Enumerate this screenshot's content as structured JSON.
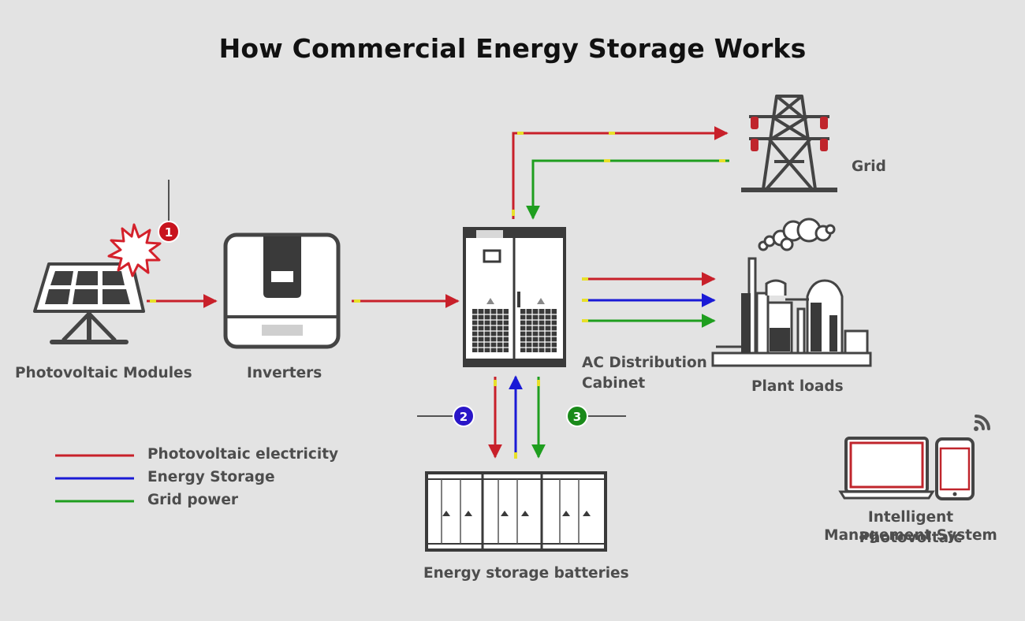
{
  "title": "How Commercial Energy Storage Works",
  "labels": {
    "pv": "Photovoltaic Modules",
    "inverters": "Inverters",
    "ac_line1": "AC Distribution",
    "ac_line2": "Cabinet",
    "grid": "Grid",
    "plant": "Plant loads",
    "batteries": "Energy storage batteries",
    "mgmt_line1": "Intelligent Photovoltaic",
    "mgmt_line2": "Management System"
  },
  "badges": [
    "1",
    "2",
    "3"
  ],
  "legend": [
    {
      "label": "Photovoltaic electricity",
      "color": "#c8202a"
    },
    {
      "label": "Energy Storage",
      "color": "#1a1ad6"
    },
    {
      "label": "Grid power",
      "color": "#1f9e1f"
    }
  ],
  "colors": {
    "pv": "#c8202a",
    "storage": "#1a1ad6",
    "grid": "#1f9e1f",
    "badge1": "#c8141e",
    "badge2": "#2a16c8",
    "badge3": "#1a8a1a"
  },
  "icons": [
    "solar-panel-icon",
    "sun-burst-icon",
    "inverter-icon",
    "ac-cabinet-icon",
    "transmission-tower-icon",
    "factory-icon",
    "battery-rack-icon",
    "laptop-icon",
    "phone-icon",
    "wifi-icon"
  ]
}
